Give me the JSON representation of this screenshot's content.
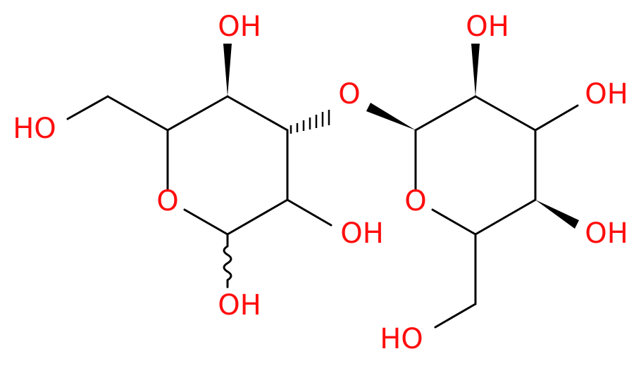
{
  "molecule": {
    "labels": {
      "oh_top_left": "OH",
      "ho_left": "HO",
      "o_ring_left": "O",
      "o_glycosidic": "O",
      "oh_mid_left": "OH",
      "oh_bottom_left": "OH",
      "oh_top_right": "OH",
      "oh_right_upper": "OH",
      "o_ring_right": "O",
      "oh_right_lower": "OH",
      "ho_bottom_right": "HO"
    },
    "colors": {
      "bond": "#000000",
      "oxygen": "#ff0d0d"
    }
  }
}
